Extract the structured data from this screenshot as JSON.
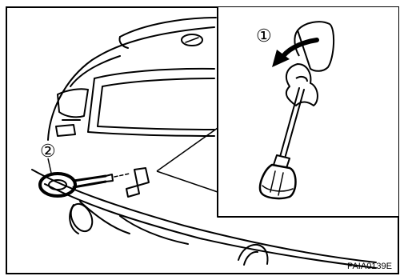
{
  "figure": {
    "callouts": [
      {
        "number": "1",
        "glyph": "①"
      },
      {
        "number": "2",
        "glyph": "②"
      }
    ],
    "figure_code": "PAIA0139E"
  },
  "colors": {
    "line": "#000000",
    "background": "#ffffff"
  }
}
